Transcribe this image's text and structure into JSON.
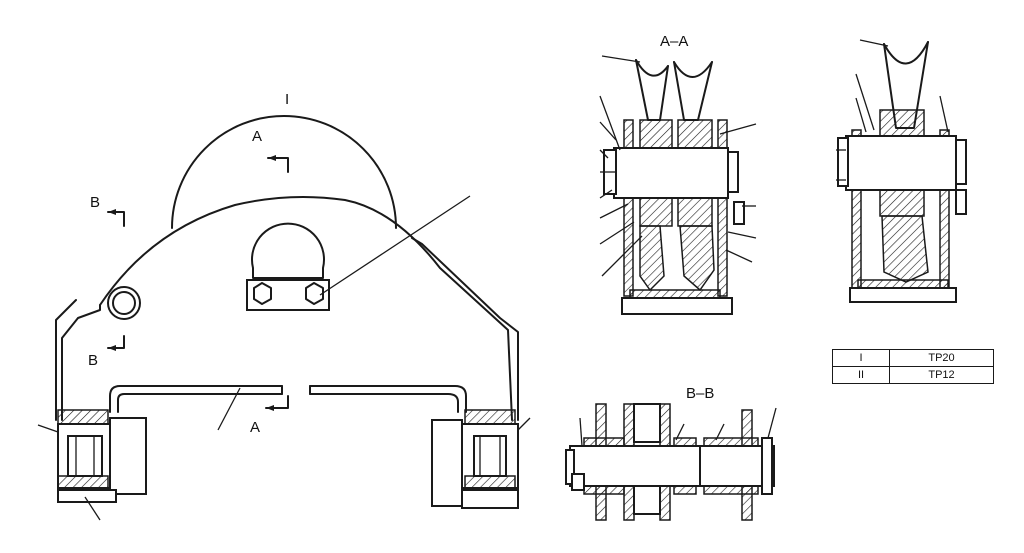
{
  "drawing": {
    "view_mark": "I",
    "labels": {
      "section_a_top": "A",
      "section_a_bottom": "A",
      "section_b_top": "B",
      "section_b_bottom": "B"
    },
    "section_titles": {
      "aa": "A–A",
      "bb": "B–B"
    }
  },
  "table": {
    "rows": [
      {
        "mark": "I",
        "model": "TP20"
      },
      {
        "mark": "II",
        "model": "TP12"
      }
    ]
  }
}
